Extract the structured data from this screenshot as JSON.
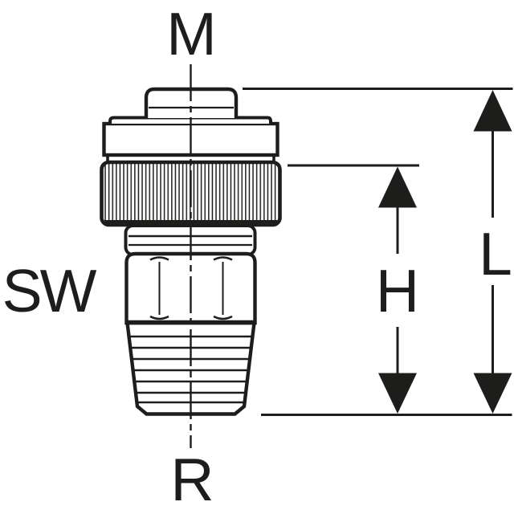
{
  "figure": {
    "background_color": "#ffffff",
    "line_color": "#1d1d1b",
    "labels": {
      "top_connection": "M",
      "wrench_size": "SW",
      "bottom_connection": "R",
      "dim_partial_height": "H",
      "dim_overall_height": "L"
    }
  }
}
